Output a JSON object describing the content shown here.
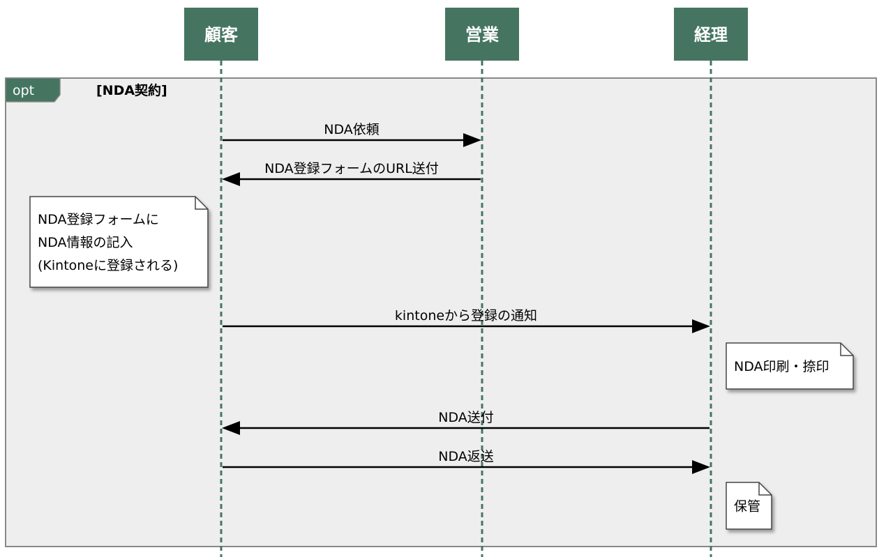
{
  "colors": {
    "actor_fill": "#457561",
    "actor_text": "#ffffff",
    "lifeline": "#457561",
    "frame_fill": "#eeeeee",
    "frame_border": "#888888",
    "tab_fill": "#457561",
    "arrow": "#000000",
    "note_fill": "#ffffff",
    "note_border": "#444444"
  },
  "participants": [
    {
      "id": "customer",
      "label": "顧客"
    },
    {
      "id": "sales",
      "label": "営業"
    },
    {
      "id": "accounting",
      "label": "経理"
    }
  ],
  "frame": {
    "operator": "opt",
    "guard": "[NDA契約]"
  },
  "messages": [
    {
      "from": "customer",
      "to": "sales",
      "label": "NDA依頼"
    },
    {
      "from": "sales",
      "to": "customer",
      "label": "NDA登録フォームのURL送付"
    },
    {
      "from": "customer",
      "to": "accounting",
      "label": "kintoneから登録の通知"
    },
    {
      "from": "accounting",
      "to": "customer",
      "label": "NDA送付"
    },
    {
      "from": "customer",
      "to": "accounting",
      "label": "NDA返送"
    }
  ],
  "notes": [
    {
      "participant": "customer",
      "side": "left",
      "lines": [
        "NDA登録フォームに",
        "NDA情報の記入",
        "(Kintoneに登録される)"
      ]
    },
    {
      "participant": "accounting",
      "side": "right",
      "lines": [
        "NDA印刷・捺印"
      ]
    },
    {
      "participant": "accounting",
      "side": "right",
      "lines": [
        "保管"
      ]
    }
  ]
}
